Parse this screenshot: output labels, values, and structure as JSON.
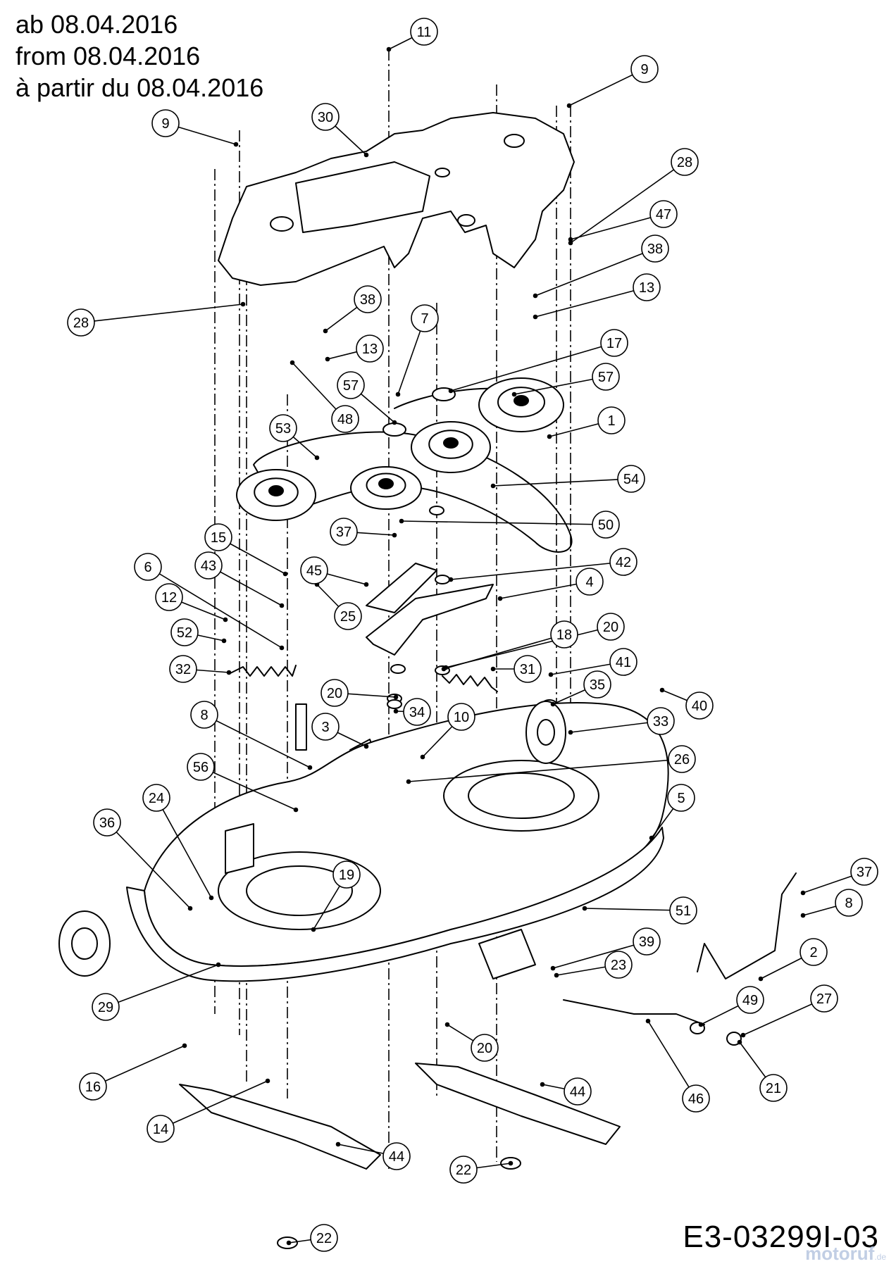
{
  "header": {
    "lines": [
      "ab 08.04.2016",
      "from 08.04.2016",
      "à partir du 08.04.2016"
    ]
  },
  "diagram_code": "E3-03299I-03",
  "watermark": "motoruf",
  "watermark_suffix": ".de",
  "callout_numbers": [
    "1",
    "2",
    "3",
    "4",
    "5",
    "6",
    "7",
    "8",
    "9",
    "10",
    "11",
    "12",
    "13",
    "14",
    "15",
    "16",
    "17",
    "18",
    "19",
    "20",
    "21",
    "22",
    "23",
    "24",
    "25",
    "26",
    "27",
    "28",
    "29",
    "30",
    "31",
    "32",
    "33",
    "34",
    "35",
    "36",
    "37",
    "38",
    "39",
    "40",
    "41",
    "42",
    "43",
    "44",
    "45",
    "46",
    "47",
    "48",
    "49",
    "50",
    "51",
    "52",
    "53",
    "54",
    "56",
    "57"
  ]
}
